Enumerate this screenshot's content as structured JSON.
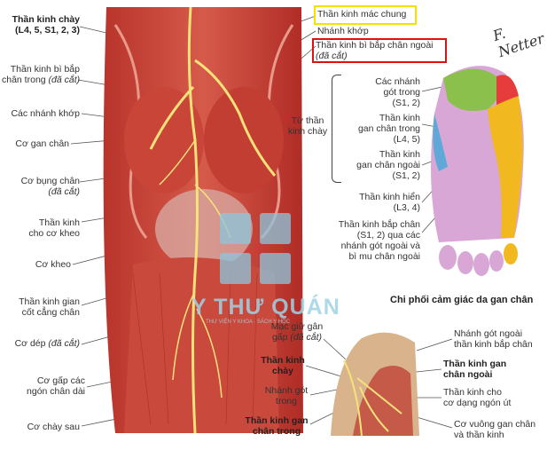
{
  "left_labels": {
    "tibial_nerve": "Thần kinh chày",
    "tibial_nerve_roots": "(L4, 5, S1, 2, 3)",
    "medial_sural_cutaneous_1": "Thần kinh bì bắp",
    "medial_sural_cutaneous_2": "chân trong",
    "medial_sural_cutaneous_cut": "(đã cắt)",
    "articular_branches": "Các nhánh khớp",
    "plantaris": "Cơ gan chân",
    "gastrocnemius_1": "Cơ bụng chân",
    "gastrocnemius_cut": "(đã cắt)",
    "nerve_popliteus_1": "Thần kinh",
    "nerve_popliteus_2": "cho cơ kheo",
    "popliteus": "Cơ kheo",
    "interosseous_1": "Thần kinh gian",
    "interosseous_2": "cốt cẳng chân",
    "soleus": "Cơ dép",
    "soleus_cut": "(đã cắt)",
    "fdl_1": "Cơ gấp các",
    "fdl_2": "ngón chân dài",
    "tibialis_posterior": "Cơ chày sau"
  },
  "top_labels": {
    "common_fibular": "Thần kinh mác chung",
    "articular_branch": "Nhánh khớp",
    "lateral_sural_1": "Thần kinh bì bắp chân ngoài",
    "lateral_sural_cut": "(đã cắt)"
  },
  "foot_labels": {
    "from_tibial_1": "Từ thần",
    "from_tibial_2": "kinh chày",
    "medial_calcaneal_1": "Các nhánh",
    "medial_calcaneal_2": "gót trong",
    "medial_calcaneal_3": "(S1, 2)",
    "medial_plantar_1": "Thần kinh",
    "medial_plantar_2": "gan chân trong",
    "medial_plantar_3": "(L4, 5)",
    "lateral_plantar_1": "Thần kinh",
    "lateral_plantar_2": "gan chân ngoài",
    "lateral_plantar_3": "(S1, 2)",
    "saphenous_1": "Thần kinh hiển",
    "saphenous_2": "(L3, 4)",
    "sural_1": "Thần kinh bắp chân",
    "sural_2": "(S1, 2) qua các",
    "sural_3": "nhánh gót ngoài và",
    "sural_4": "bì mu chân ngoài",
    "caption": "Chi phối cảm giác da gan chân"
  },
  "ankle_labels": {
    "retinaculum_1": "Mạc giữ gân",
    "retinaculum_2": "gấp",
    "retinaculum_cut": "(đã cắt)",
    "tibial_1": "Thần kinh",
    "tibial_2": "chày",
    "calcaneal_1": "Nhánh gót",
    "calcaneal_2": "trong",
    "medial_plantar_1": "Thần kinh gan",
    "medial_plantar_2": "chân trong",
    "lat_calc_1": "Nhánh gót ngoài",
    "lat_calc_2": "thần kinh bắp chân",
    "lateral_plantar_1": "Thần kinh gan",
    "lateral_plantar_2": "chân ngoài",
    "abductor_1": "Thần kinh cho",
    "abductor_2": "cơ dạng ngón út",
    "quadratus_1": "Cơ vuông gan chân",
    "quadratus_2": "và thần kinh"
  },
  "watermark": {
    "title": "Y THƯ QUÁN",
    "subtitle": "THƯ VIỆN Y KHOA · SÁCH Y HỌC"
  },
  "signature": "F. Netter",
  "colors": {
    "highlight_yellow": "#f2e200",
    "highlight_red": "#e01010",
    "medial_calcaneal_zone": "#8cc04c",
    "medial_plantar_zone": "#d9a7d6",
    "lateral_plantar_zone": "#5fa8d8",
    "saphenous_zone": "#e63c3c",
    "sural_zone": "#f2b820"
  }
}
